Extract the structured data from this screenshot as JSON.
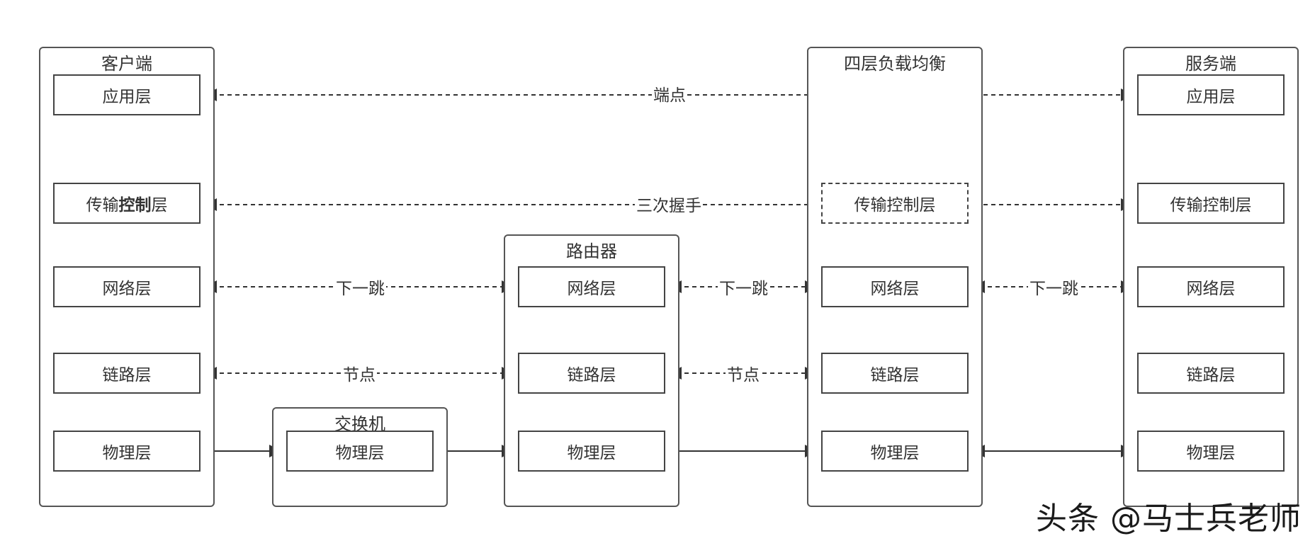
{
  "groups": {
    "client": "客户端",
    "switch": "交换机",
    "router": "路由器",
    "lb": "四层负载均衡",
    "server": "服务端"
  },
  "layers": {
    "app": "应用层",
    "transport_prefix": "传输",
    "transport_bold": "控制",
    "transport_suffix": "层",
    "transport": "传输控制层",
    "network": "网络层",
    "link": "链路层",
    "physical": "物理层"
  },
  "connections": {
    "endpoint": "端点",
    "handshake": "三次握手",
    "next_hop": "下一跳",
    "node": "节点"
  },
  "watermark": "头条 @马士兵老师"
}
